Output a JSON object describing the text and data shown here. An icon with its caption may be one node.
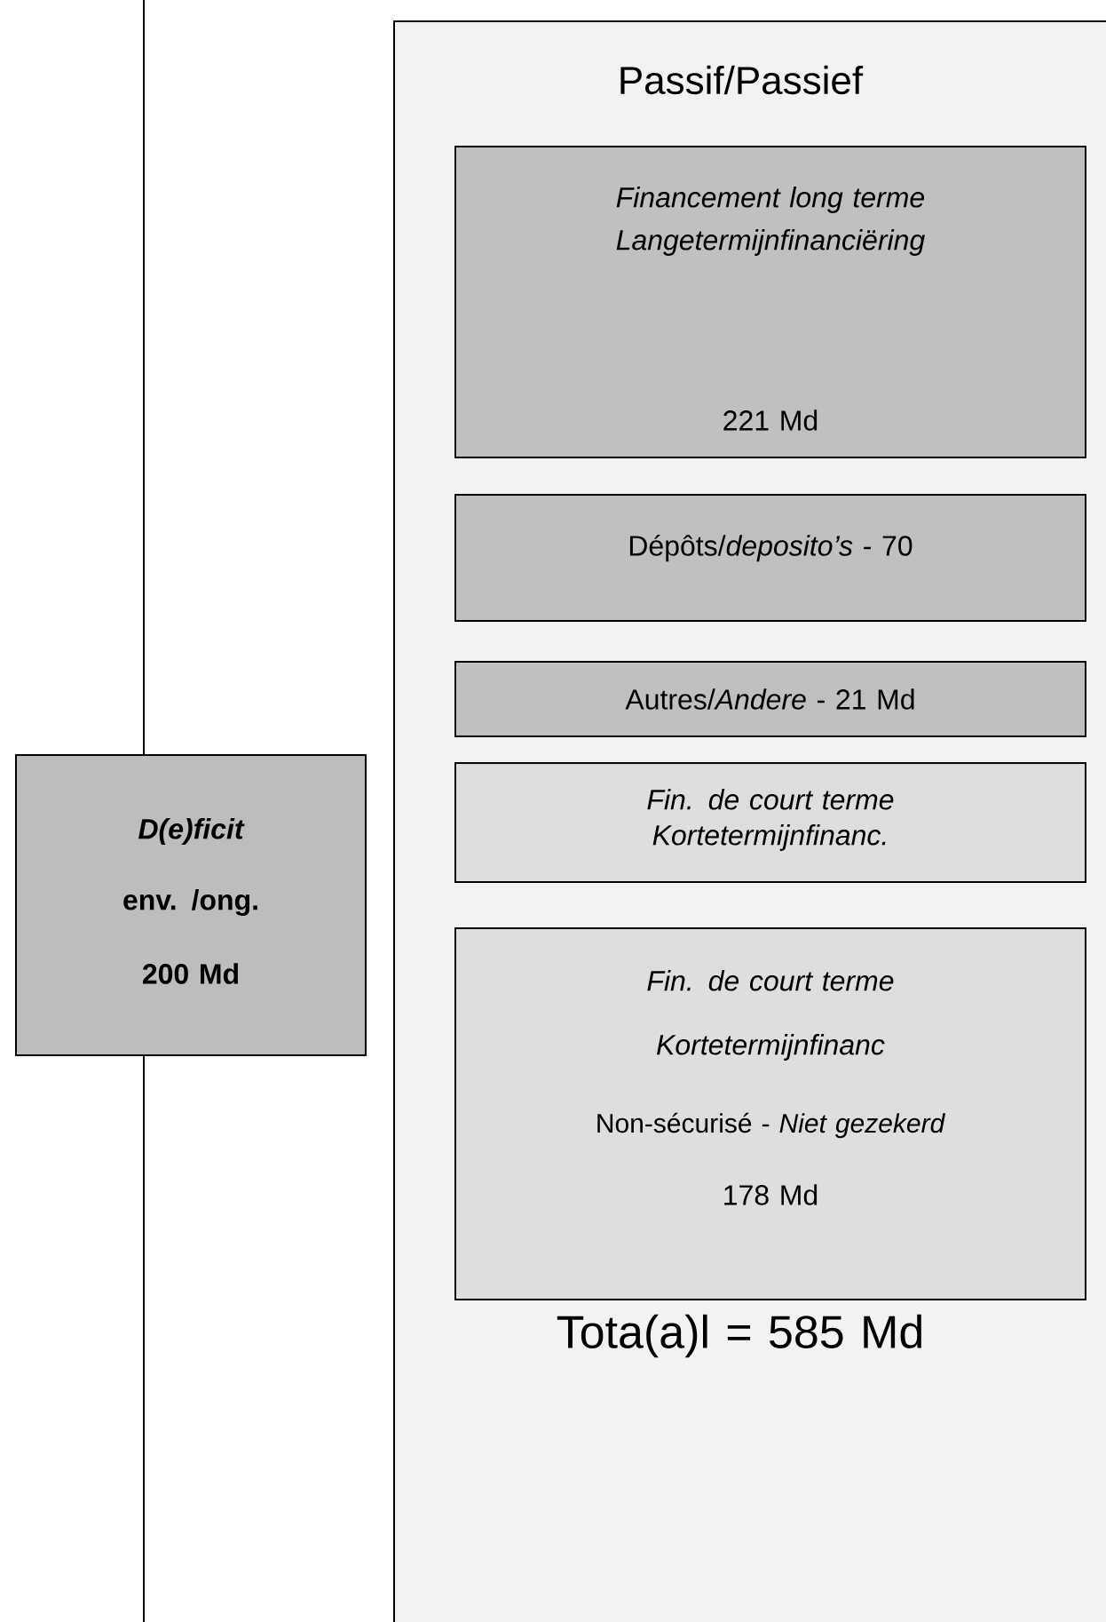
{
  "diagram": {
    "nodes": [
      {
        "text": [
          "Passif/Passief",
          "Tota(a)l = 585 Md"
        ]
      },
      {
        "text": [
          "Financement long terme Langetermijnfinanciëring",
          "221 Md"
        ],
        "in": 0
      },
      {
        "text": [
          "Dépôts/*deposito’s* - 70"
        ],
        "in": 0
      },
      {
        "text": [
          "Autres/*Andere* - 21 Md"
        ],
        "in": 0
      },
      {
        "text": [
          "Fin. de court terme Kortetermijnfinanc."
        ],
        "in": 0
      },
      {
        "text": [
          "Fin. de court terme Kortetermijnfinanc",
          "Non-sécurisé - *Niet gezekerd*",
          "178 Md"
        ],
        "in": 0
      },
      {
        "text": [
          "D(e)ficit",
          "env. /ong.",
          "200 Md"
        ]
      }
    ]
  }
}
